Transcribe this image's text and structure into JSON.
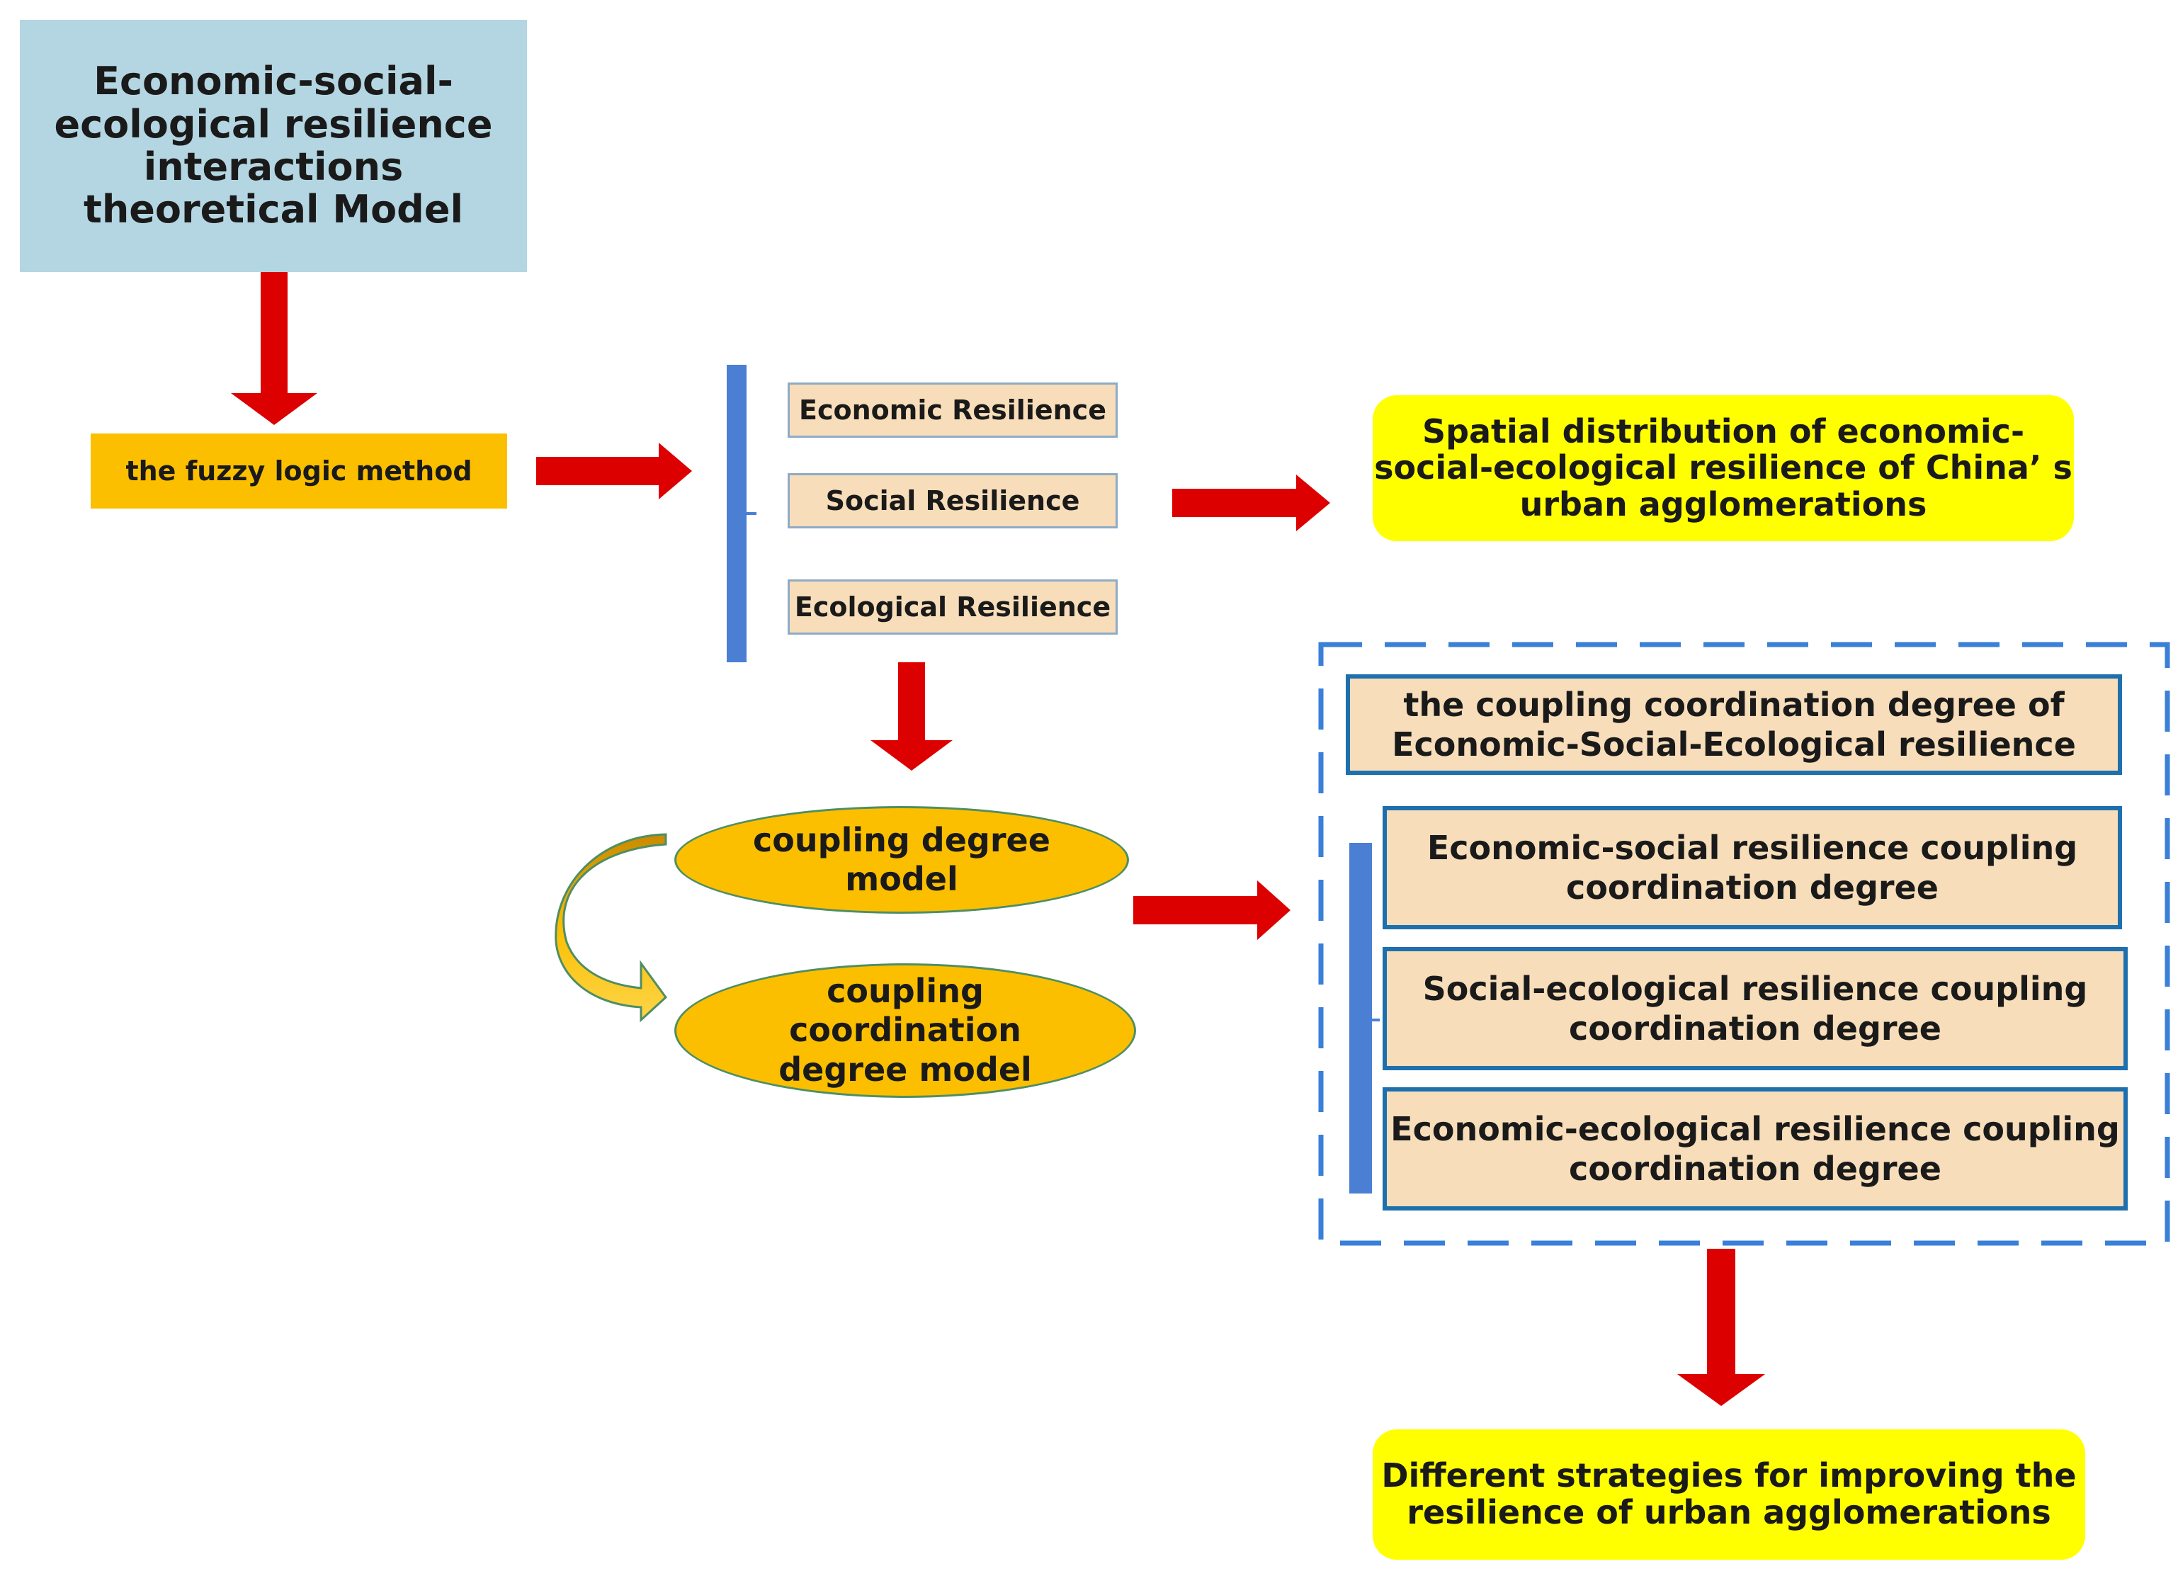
{
  "title_box": {
    "lines": [
      "Economic-social-",
      "ecological resilience",
      "interactions",
      "theoretical Model"
    ],
    "color": "#b4d6e2"
  },
  "method_box": {
    "label": "the fuzzy logic method",
    "color": "#fbbf00"
  },
  "resilience_boxes": {
    "economic": "Economic Resilience",
    "social": "Social Resilience",
    "ecological": "Ecological Resilience"
  },
  "spatial_output": {
    "lines": [
      "Spatial distribution of economic-",
      "social-ecological resilience of China’ s",
      "urban agglomerations"
    ],
    "color": "#ffff00"
  },
  "models": {
    "coupling_degree": [
      "coupling degree",
      "model"
    ],
    "coupling_coordination": [
      "coupling",
      "coordination",
      "degree model"
    ]
  },
  "coordination_group": {
    "overall": [
      "the coupling coordination degree of",
      "Economic-Social-Ecological resilience"
    ],
    "economic_social": [
      "Economic-social resilience coupling",
      "coordination degree"
    ],
    "social_ecological": [
      "Social-ecological resilience coupling",
      "coordination degree"
    ],
    "economic_ecological": [
      "Economic-ecological resilience coupling",
      "coordination degree"
    ],
    "border_color": "#1e6fae"
  },
  "strategies_output": {
    "lines": [
      "Different strategies for improving the",
      "resilience of urban agglomerations"
    ],
    "color": "#ffff00"
  },
  "arrow_color": "#dd0000",
  "bracket_color": "#4a7fd4"
}
